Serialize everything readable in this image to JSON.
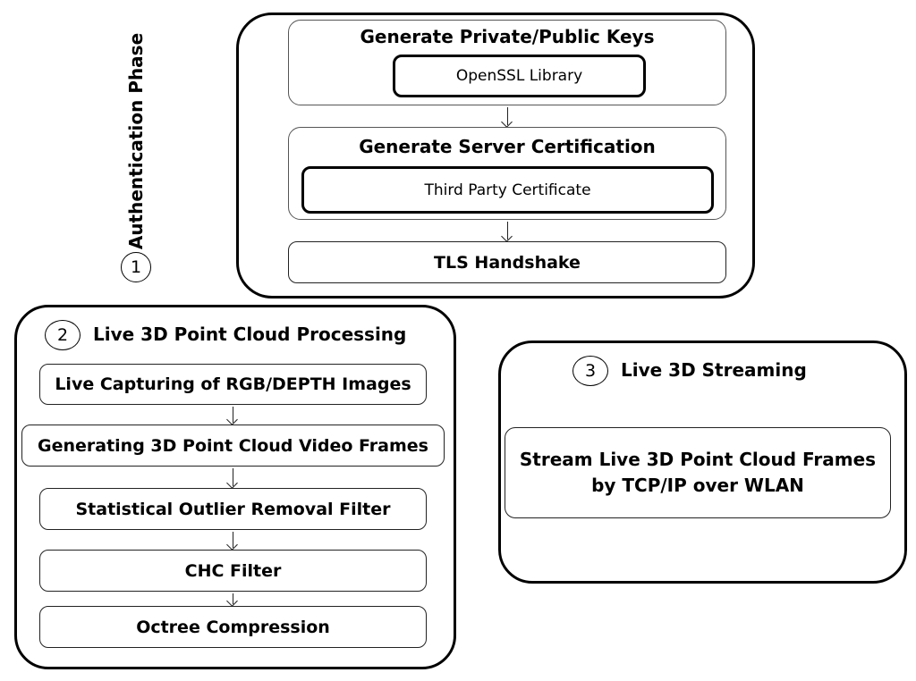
{
  "auth": {
    "number": "1",
    "label": "Authentication Phase",
    "keys_title": "Generate Private/Public Keys",
    "keys_lib": "OpenSSL Library",
    "cert_title": "Generate Server Certification",
    "cert_source": "Third Party Certificate",
    "tls": "TLS Handshake"
  },
  "processing": {
    "number": "2",
    "title": "Live 3D Point Cloud Processing",
    "steps": [
      "Live Capturing of RGB/DEPTH Images",
      "Generating 3D Point Cloud Video Frames",
      "Statistical Outlier Removal Filter",
      "CHC Filter",
      "Octree Compression"
    ]
  },
  "streaming": {
    "number": "3",
    "title": "Live 3D Streaming",
    "box_line1": "Stream Live 3D Point Cloud Frames",
    "box_line2": "by TCP/IP over WLAN"
  }
}
